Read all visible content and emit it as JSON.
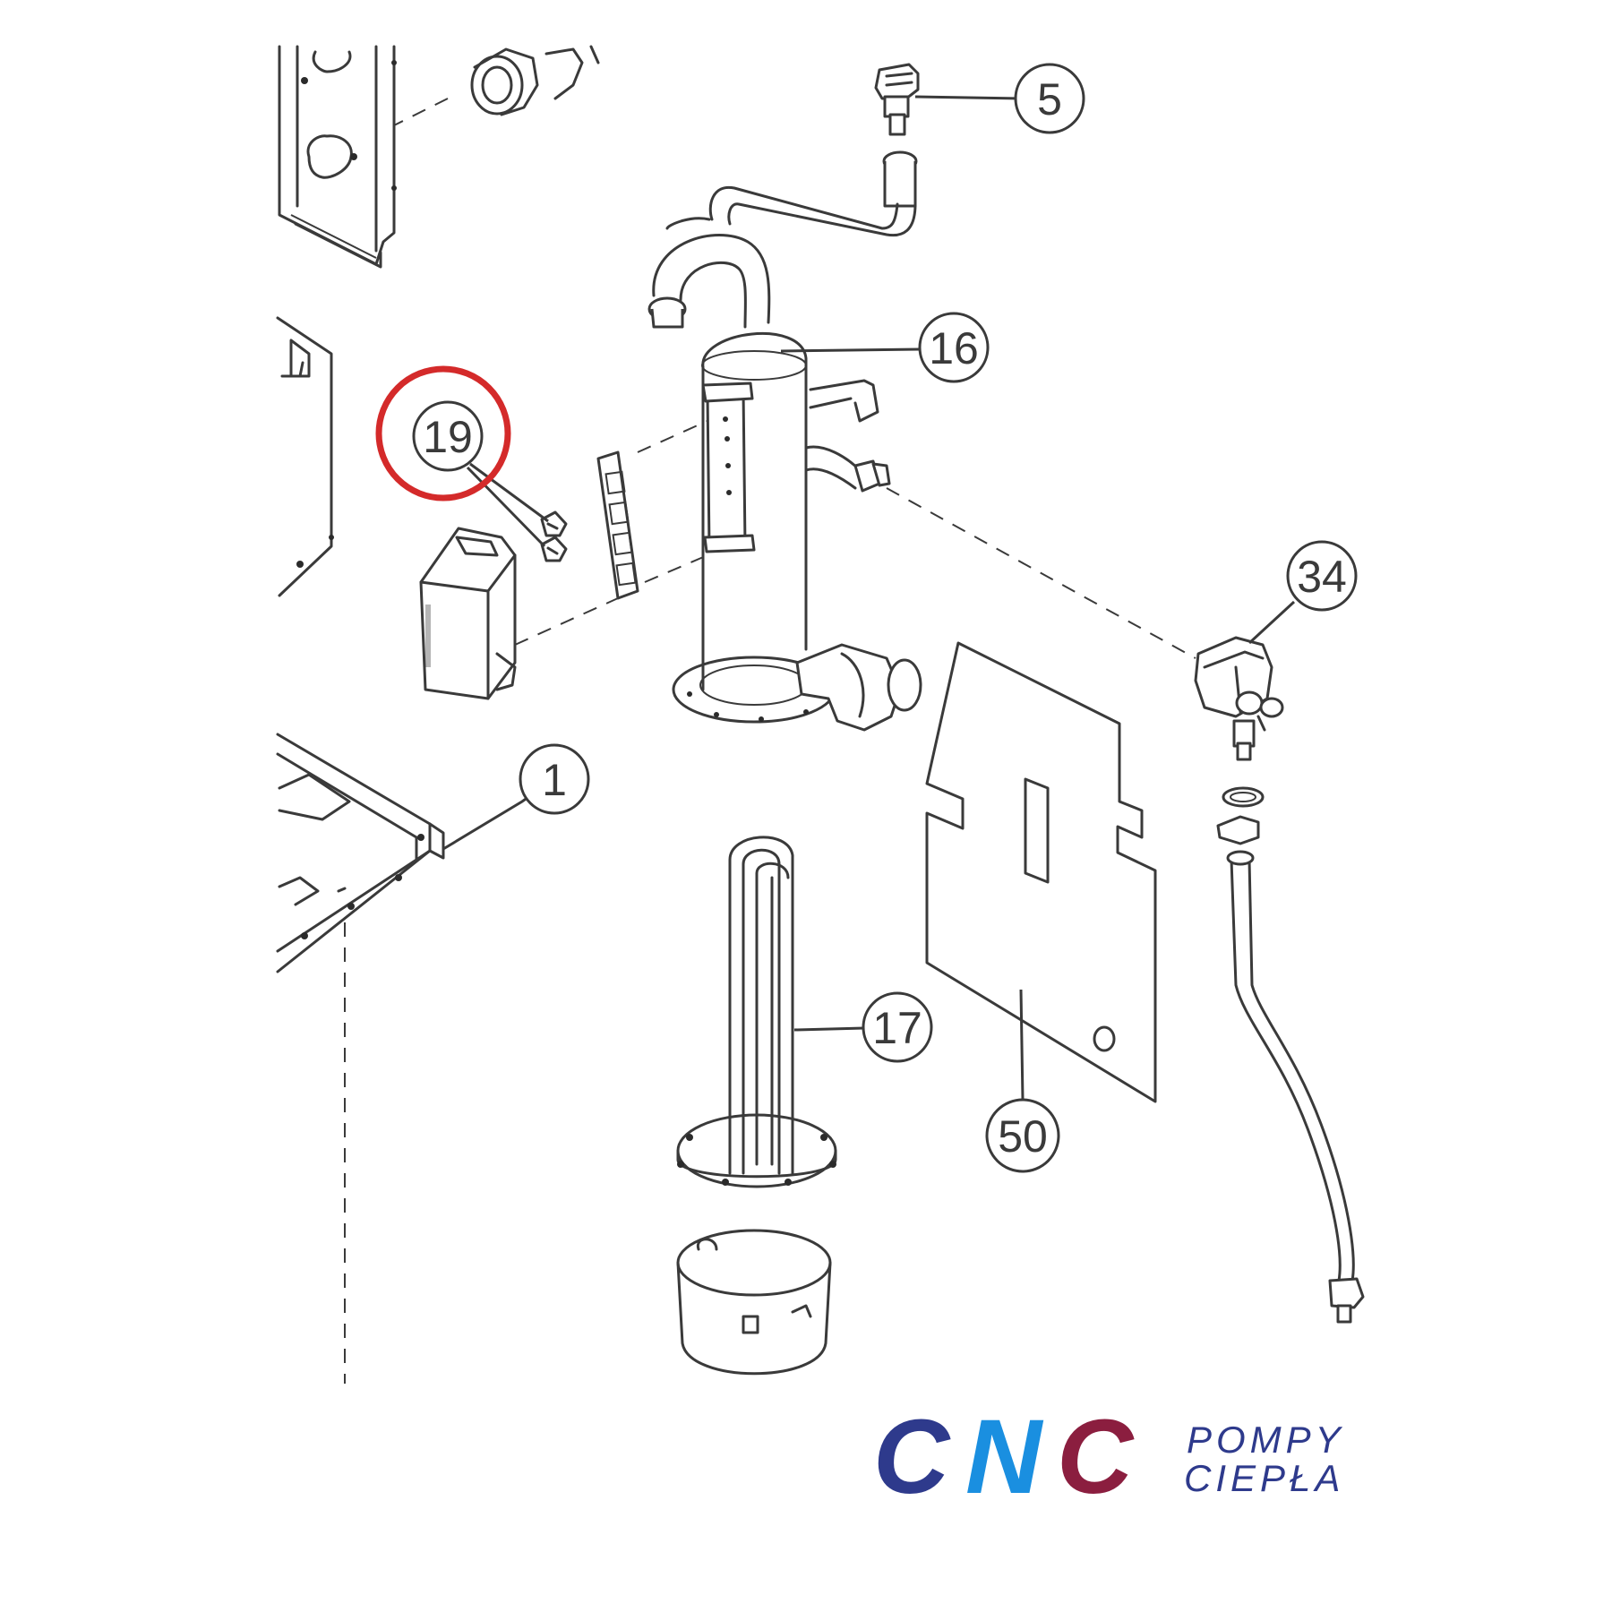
{
  "callouts": [
    {
      "id": "5",
      "label": "5",
      "highlighted": false
    },
    {
      "id": "16",
      "label": "16",
      "highlighted": false
    },
    {
      "id": "19",
      "label": "19",
      "highlighted": true
    },
    {
      "id": "34",
      "label": "34",
      "highlighted": false
    },
    {
      "id": "1",
      "label": "1",
      "highlighted": false
    },
    {
      "id": "17",
      "label": "17",
      "highlighted": false
    },
    {
      "id": "50",
      "label": "50",
      "highlighted": false
    }
  ],
  "highlight_color": "#d42a2a",
  "line_color": "#3a3a3a",
  "logo": {
    "letter_c1": "C",
    "letter_n": "N",
    "letter_c2": "C",
    "line1": "POMPY",
    "line2": "CIEPŁA",
    "color_c1": "#2e3a8c",
    "color_n": "#1a8fe0",
    "color_c2": "#8b1e3f",
    "color_text": "#2e3a8c"
  }
}
